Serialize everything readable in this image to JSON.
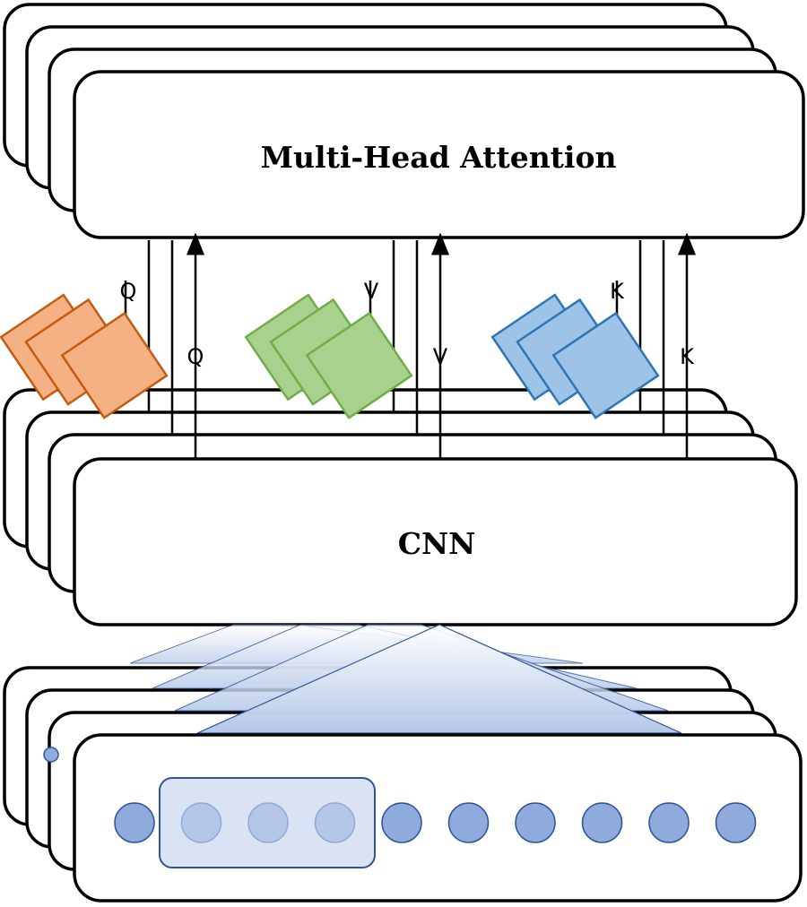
{
  "attention": {
    "label": "Multi-Head Attention"
  },
  "cnn": {
    "label": "CNN"
  },
  "matrices": [
    {
      "id": "q",
      "label": "Q",
      "fill": "#f4b183",
      "stroke": "#c55a11"
    },
    {
      "id": "v",
      "label": "V",
      "fill": "#a9d18e",
      "stroke": "#70ad47"
    },
    {
      "id": "k",
      "label": "K",
      "fill": "#9dc3e6",
      "stroke": "#2e75b6"
    }
  ],
  "colors": {
    "token_fill": "#8faadc",
    "token_stroke": "#2f5597",
    "window_fill": "#dae3f3",
    "window_stroke": "#2f5597",
    "fan_fill": "#b4c7e7"
  },
  "input_tokens": {
    "count": 10,
    "window_start": 1,
    "window_size": 3
  }
}
